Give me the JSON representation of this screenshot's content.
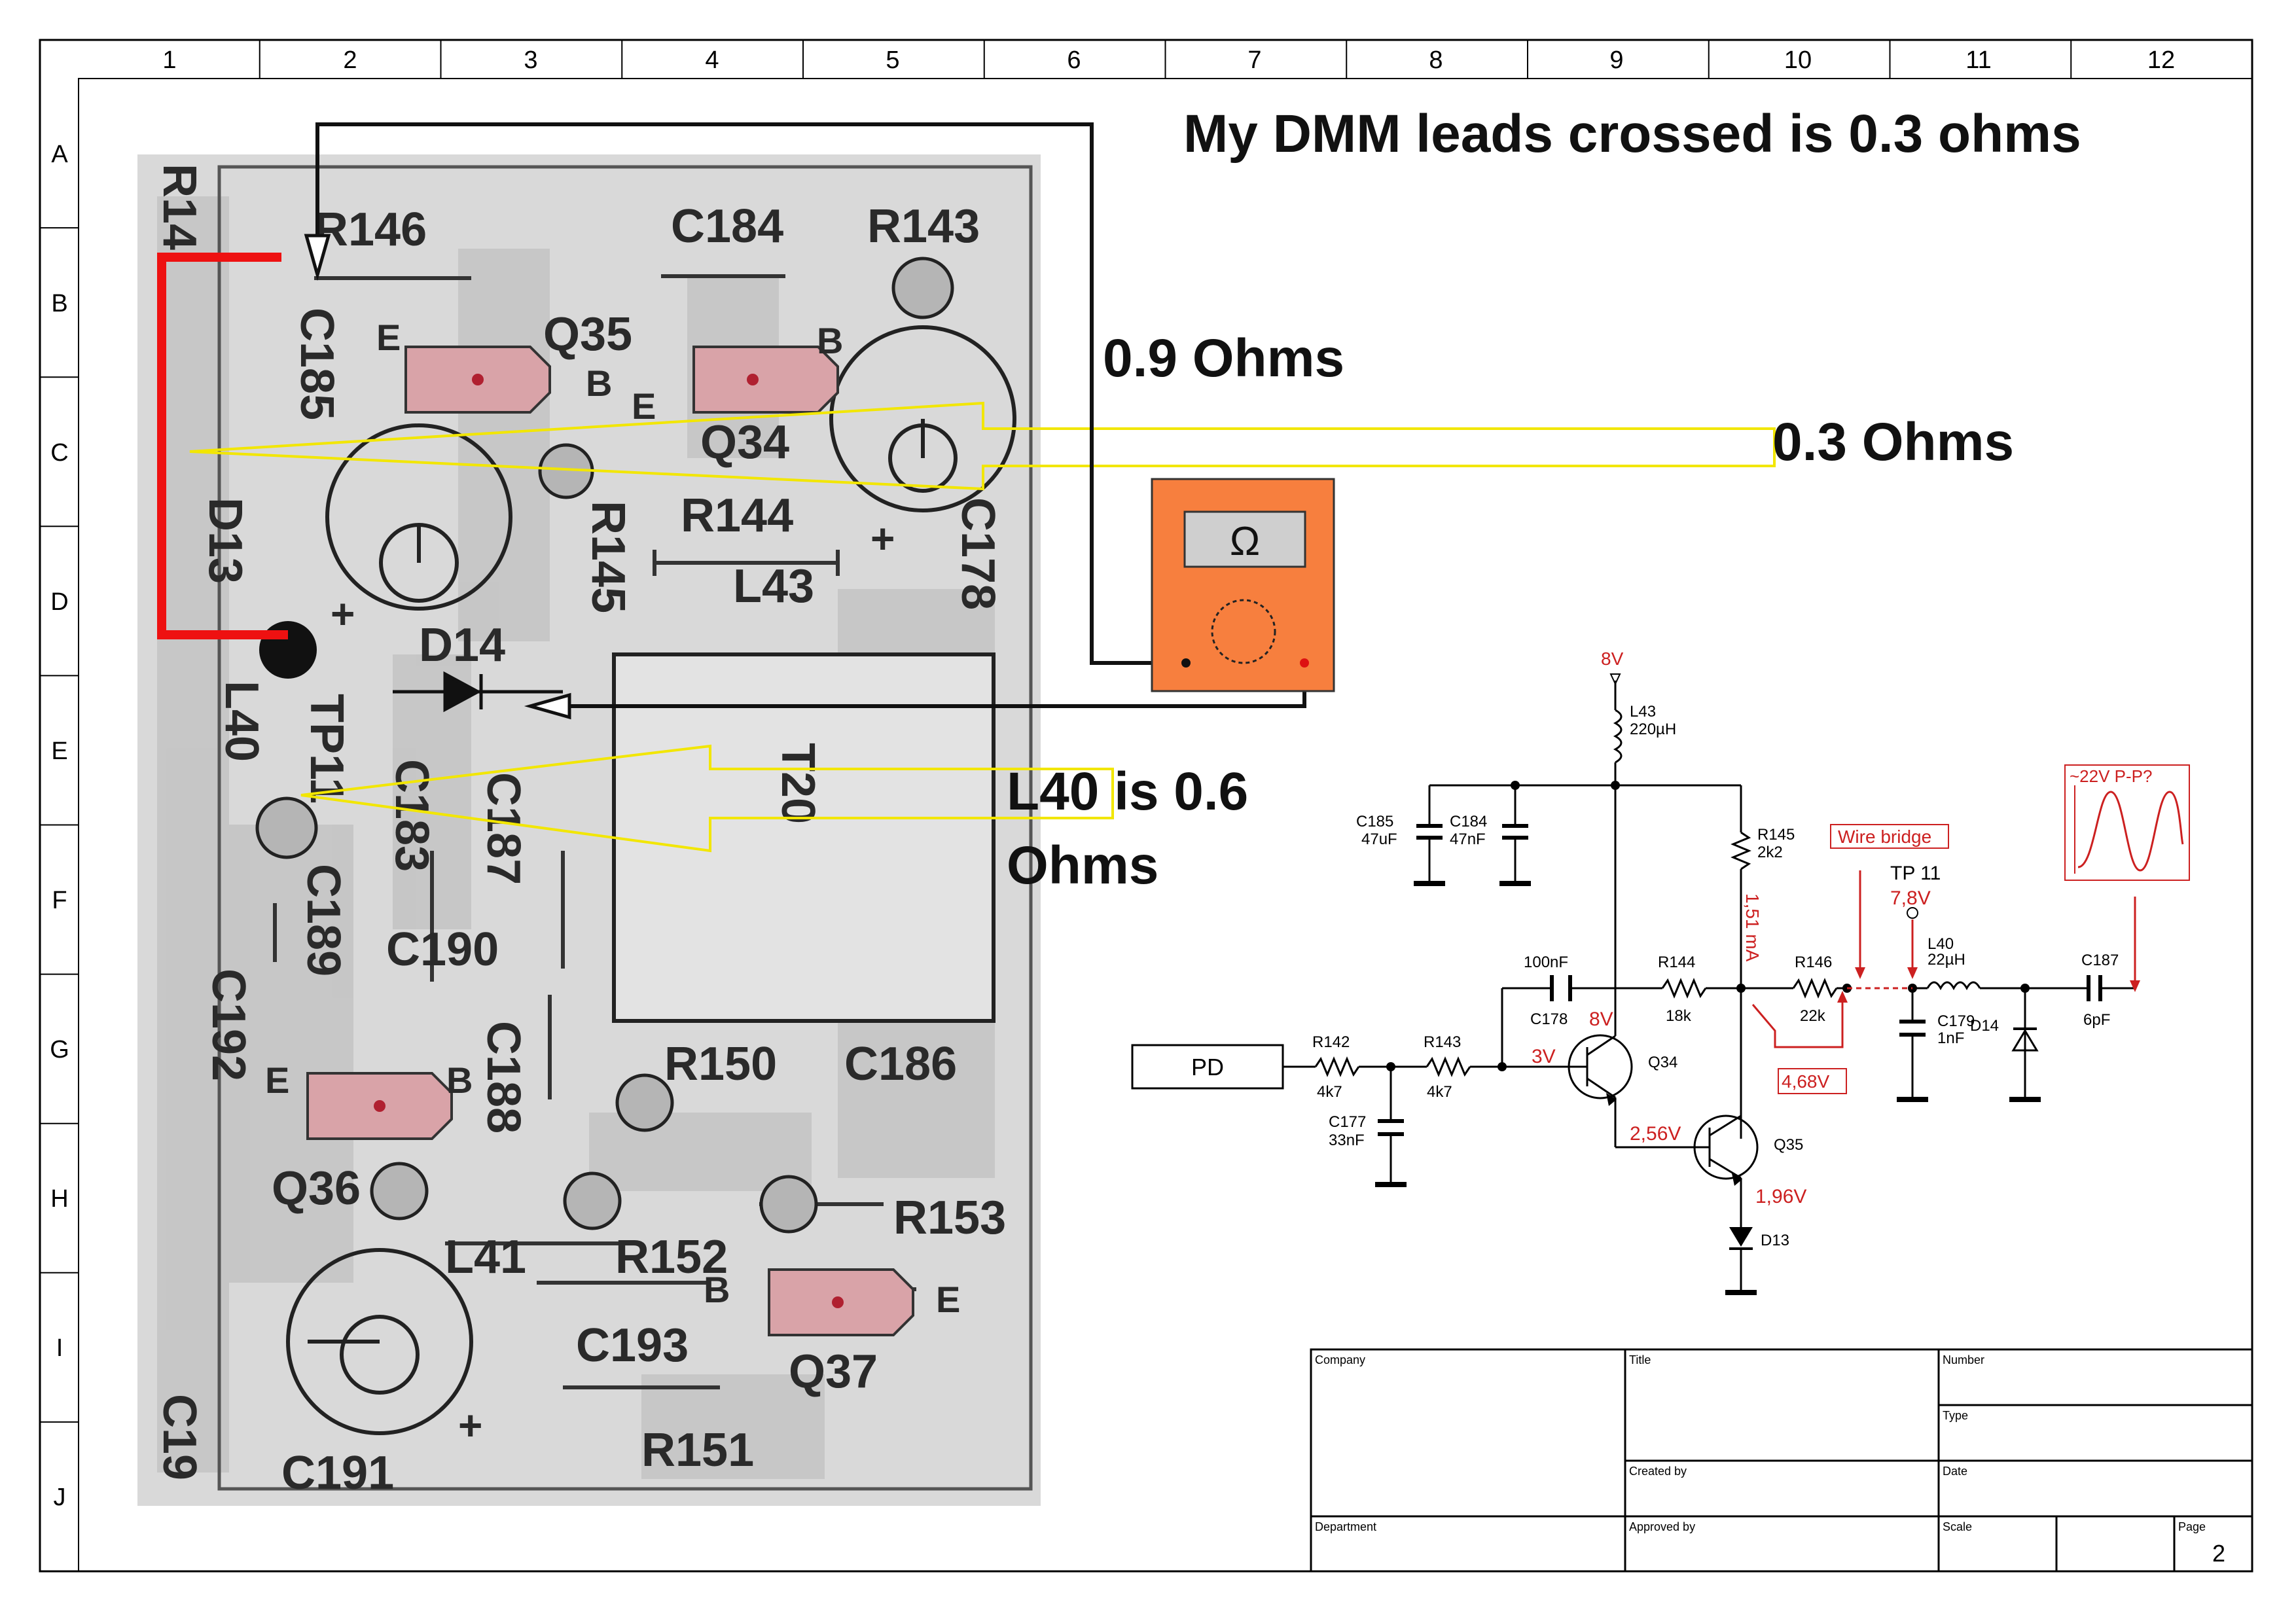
{
  "frame": {
    "columns": [
      "1",
      "2",
      "3",
      "4",
      "5",
      "6",
      "7",
      "8",
      "9",
      "10",
      "11",
      "12"
    ],
    "rows": [
      "A",
      "B",
      "C",
      "D",
      "E",
      "F",
      "G",
      "H",
      "I",
      "J"
    ]
  },
  "annotations": {
    "title": "My DMM leads crossed is 0.3 ohms",
    "r1": "0.9 Ohms",
    "r2": "0.3 Ohms",
    "r3_line1": "L40 is 0.6",
    "r3_line2": "Ohms"
  },
  "meter": {
    "symbol": "Ω",
    "body_color": "#f77f3e",
    "display_color": "#cfcfcf"
  },
  "colors": {
    "red": "#ee1111",
    "yellow": "#f2e600",
    "measure_red": "#cc2020",
    "schem_line": "#000000"
  },
  "pcb_labels": {
    "r146": "R146",
    "c184": "C184",
    "r143": "R143",
    "c185": "C185",
    "q35": "Q35",
    "q34": "Q34",
    "r144": "R144",
    "r145": "R145",
    "l43": "L43",
    "c178": "C178",
    "d13": "D13",
    "d14": "D14",
    "l40": "L40",
    "tp11": "TP11",
    "c183": "C183",
    "c187": "C187",
    "c189": "C189",
    "c190": "C190",
    "t20": "T20",
    "c192": "C192",
    "c188": "C188",
    "r150": "R150",
    "c186": "C186",
    "q36": "Q36",
    "r153": "R153",
    "l41": "L41",
    "r152": "R152",
    "c193": "C193",
    "q37": "Q37",
    "r151": "R151",
    "c191": "C191",
    "c19": "C19",
    "r14x": "R14",
    "e": "E",
    "b": "B",
    "plus": "+"
  },
  "schematic": {
    "supply": "8V",
    "l43": "L43",
    "l43_val": "220µH",
    "c185": "C185",
    "c185_val": "47uF",
    "c184": "C184",
    "c184_val": "47nF",
    "r145": "R145",
    "r145_val": "2k2",
    "current": "1,51 mA",
    "wire_bridge": "Wire bridge",
    "tp11": "TP 11",
    "tp11_v": "7,8V",
    "cap100": "100nF",
    "r144": "R144",
    "r144_val": "18k",
    "r146": "R146",
    "r146_val": "22k",
    "l40": "L40",
    "l40_val": "22µH",
    "c187": "C187",
    "c187_val": "6pF",
    "wave": "~22V P-P?",
    "c178": "C178",
    "c178_v": "8V",
    "c179": "C179",
    "c179_val": "1nF",
    "d14": "D14",
    "pd": "PD",
    "r142": "R142",
    "r142_val": "4k7",
    "r143": "R143",
    "r143_val": "4k7",
    "v3": "3V",
    "q34": "Q34",
    "v468": "4,68V",
    "c177": "C177",
    "c177_val": "33nF",
    "v256": "2,56V",
    "q35": "Q35",
    "v196": "1,96V",
    "d13": "D13"
  },
  "title_block": {
    "company": "Company",
    "title": "Title",
    "number": "Number",
    "type": "Type",
    "created_by": "Created by",
    "date": "Date",
    "department": "Department",
    "approved_by": "Approved by",
    "scale": "Scale",
    "page_label": "Page",
    "page": "2"
  }
}
